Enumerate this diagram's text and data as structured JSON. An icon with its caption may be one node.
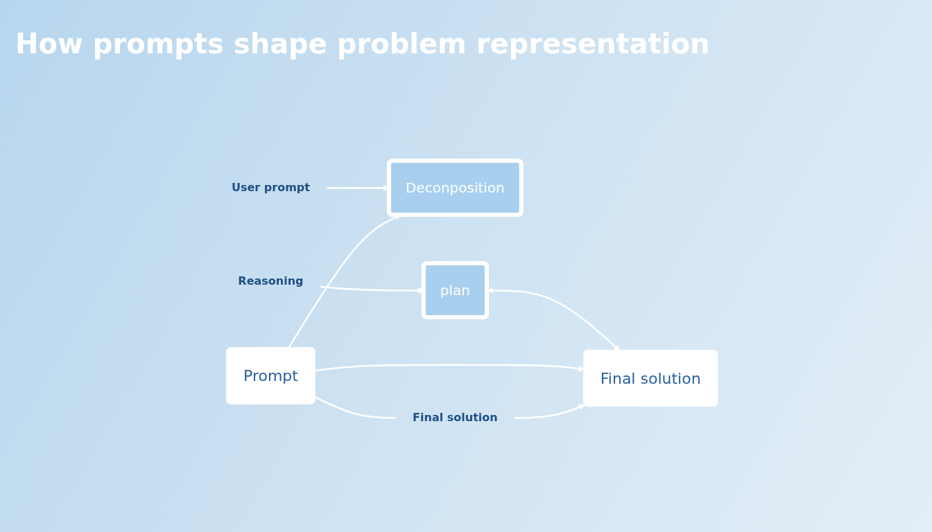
{
  "diagram": {
    "title": "How prompts shape problem representation",
    "nodes": [
      {
        "text": [
          "User prompt"
        ]
      },
      {
        "text": [
          "Deconposition"
        ]
      },
      {
        "text": [
          "Prompt"
        ]
      },
      {
        "text": [
          "Reasoning"
        ]
      },
      {
        "text": [
          "plan"
        ]
      },
      {
        "text": [
          "Final solution"
        ]
      },
      {
        "text": [
          "Final solution"
        ]
      }
    ],
    "edges": [
      {
        "from": 0,
        "to": 1,
        "arrow": "to"
      },
      {
        "from": 2,
        "to": 1,
        "arrow": "to"
      },
      {
        "from": 3,
        "to": 4,
        "arrow": "to"
      },
      {
        "from": 4,
        "to": 6,
        "arrow": "both"
      },
      {
        "from": 2,
        "to": 6,
        "arrow": "to"
      },
      {
        "from": 2,
        "to": 5,
        "arrow": "none"
      },
      {
        "from": 5,
        "to": 6,
        "arrow": "to"
      }
    ]
  }
}
